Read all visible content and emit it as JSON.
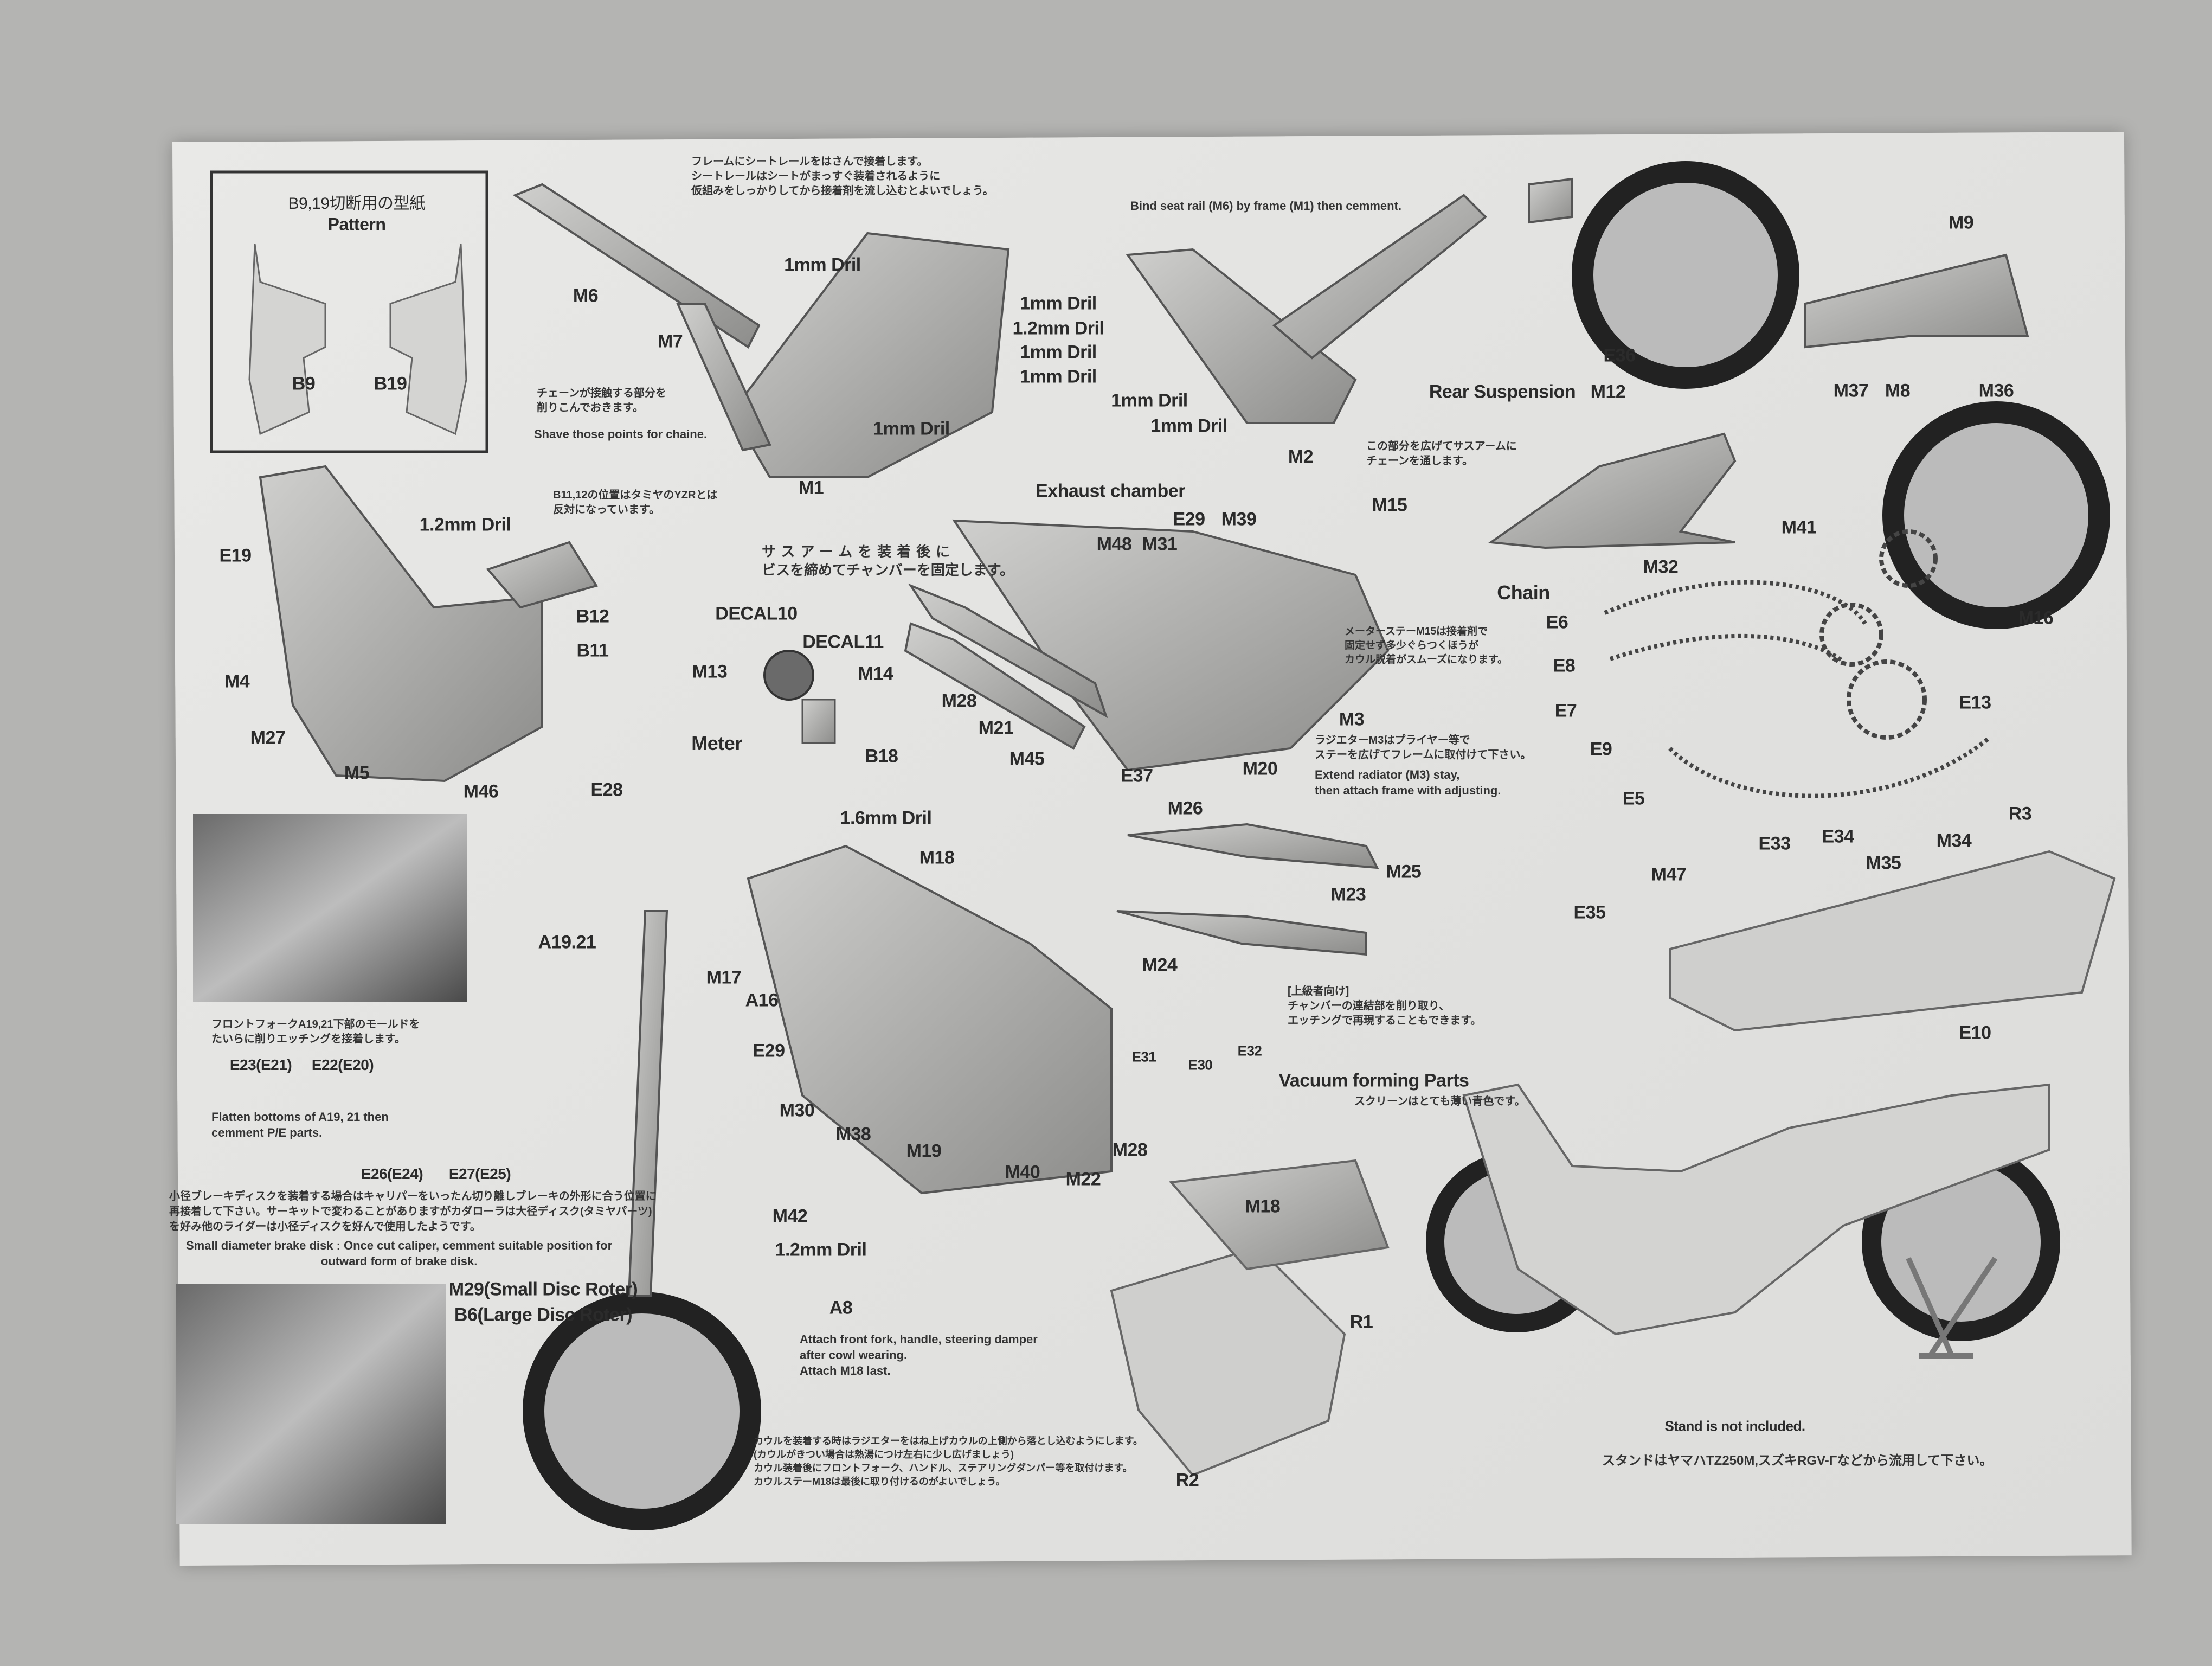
{
  "pattern": {
    "title": "B9,19切断用の型紙",
    "subtitle": "Pattern"
  },
  "callouts": [
    "M6",
    "M7",
    "1mm Dril",
    "1mm Dril",
    "1.2mm Dril",
    "1mm Dril",
    "1mm Dril",
    "1mm Dril",
    "M1",
    "1mm Dril",
    "1mm Dril",
    "M2",
    "1.2mm Dril",
    "E19",
    "B12",
    "B11",
    "M4",
    "M27",
    "M5",
    "M46",
    "E28",
    "DECAL10",
    "DECAL11",
    "M13",
    "M14",
    "Meter",
    "B18",
    "Exhaust chamber",
    "E29",
    "M39",
    "M48",
    "M31",
    "M15",
    "M28",
    "M21",
    "M45",
    "E37",
    "M20",
    "M3",
    "M9",
    "E36",
    "M37",
    "M8",
    "M36",
    "Rear Suspension",
    "M12",
    "M32",
    "M41",
    "M16",
    "Chain",
    "E6",
    "E8",
    "E7",
    "E9",
    "E13",
    "E5",
    "1.6mm Dril",
    "M18",
    "A19.21",
    "M17",
    "A16",
    "M26",
    "M25",
    "M23",
    "M24",
    "E31",
    "E30",
    "E32",
    "Vacuum forming Parts",
    "E33",
    "E34",
    "M35",
    "M34",
    "R3",
    "M47",
    "E35",
    "E10",
    "E23(E21)",
    "E22(E20)",
    "E26(E24)",
    "E27(E25)",
    "E29",
    "M30",
    "M38",
    "M19",
    "M40",
    "M22",
    "M28",
    "M42",
    "1.2mm Dril",
    "M29(Small Disc Roter)",
    "B6(Large Disc Roter)",
    "A8",
    "M18",
    "R1",
    "R2",
    "B9",
    "B19"
  ],
  "notes": {
    "seat_rail_jp": [
      "フレームにシートレールをはさんで接着します。",
      "シートレールはシートがまっすぐ装着されるように",
      "仮組みをしっかりしてから接着剤を流し込むとよいでしょう。"
    ],
    "seat_rail_en": "Bind seat rail (M6) by frame (M1) then cemment.",
    "chain_jp": [
      "チェーンが接触する部分を",
      "削りこんでおきます。"
    ],
    "chain_en": "Shave those points for chaine.",
    "b11_jp": [
      "B11,12の位置はタミヤのYZRとは",
      "反対になっています。"
    ],
    "chamber_jp": [
      "サスアームを装着後に",
      "ビスを締めてチャンバーを固定します。"
    ],
    "meter_stay_jp": [
      "メーターステーM15は接着剤で",
      "固定せず多少ぐらつくほうが",
      "カウル脱着がスムーズになります。"
    ],
    "radiator_jp": [
      "ラジエターM3はプライヤー等で",
      "ステーを広げてフレームに取付けて下さい。"
    ],
    "radiator_en": [
      "Extend radiator (M3) stay,",
      "then attach frame with adjusting."
    ],
    "suspension_jp": [
      "この部分を広げてサスアームに",
      "チェーンを通します。"
    ],
    "fork_jp": [
      "フロントフォークA19,21下部のモールドを",
      "たいらに削りエッチングを接着します。"
    ],
    "flatten_en": [
      "Flatten bottoms of A19, 21 then",
      "cemment P/E parts."
    ],
    "brake_jp": [
      "小径ブレーキディスクを装着する場合はキャリパーをいったん切り離しブレーキの外形に合う位置に",
      "再接着して下さい。サーキットで変わることがありますがカダローラは大径ディスク(タミヤパーツ)",
      "を好み他のライダーは小径ディスクを好んで使用したようです。"
    ],
    "brake_en": [
      "Small diameter brake disk : Once cut caliper, cemment suitable position for",
      "outward form of brake disk."
    ],
    "advanced_jp": [
      "[上級者向け]",
      "チャンバーの連結部を削り取り、",
      "エッチングで再現することもできます。"
    ],
    "screen_jp": "スクリーンはとても薄い青色です。",
    "attach_en": [
      "Attach front fork, handle, steering damper",
      "after cowl wearing.",
      "Attach M18 last."
    ],
    "cowl_jp": [
      "カウルを装着する時はラジエターをはね上げカウルの上側から落とし込むようにします。",
      "(カウルがきつい場合は熱湯につけ左右に少し広げましょう)",
      "カウル装着後にフロントフォーク、ハンドル、ステアリングダンパー等を取付けます。",
      "カウルステーM18は最後に取り付けるのがよいでしょう。"
    ],
    "stand_en": "Stand is not included.",
    "stand_jp": "スタンドはヤマハTZ250M,スズキRGV-Γなどから流用して下さい。"
  }
}
